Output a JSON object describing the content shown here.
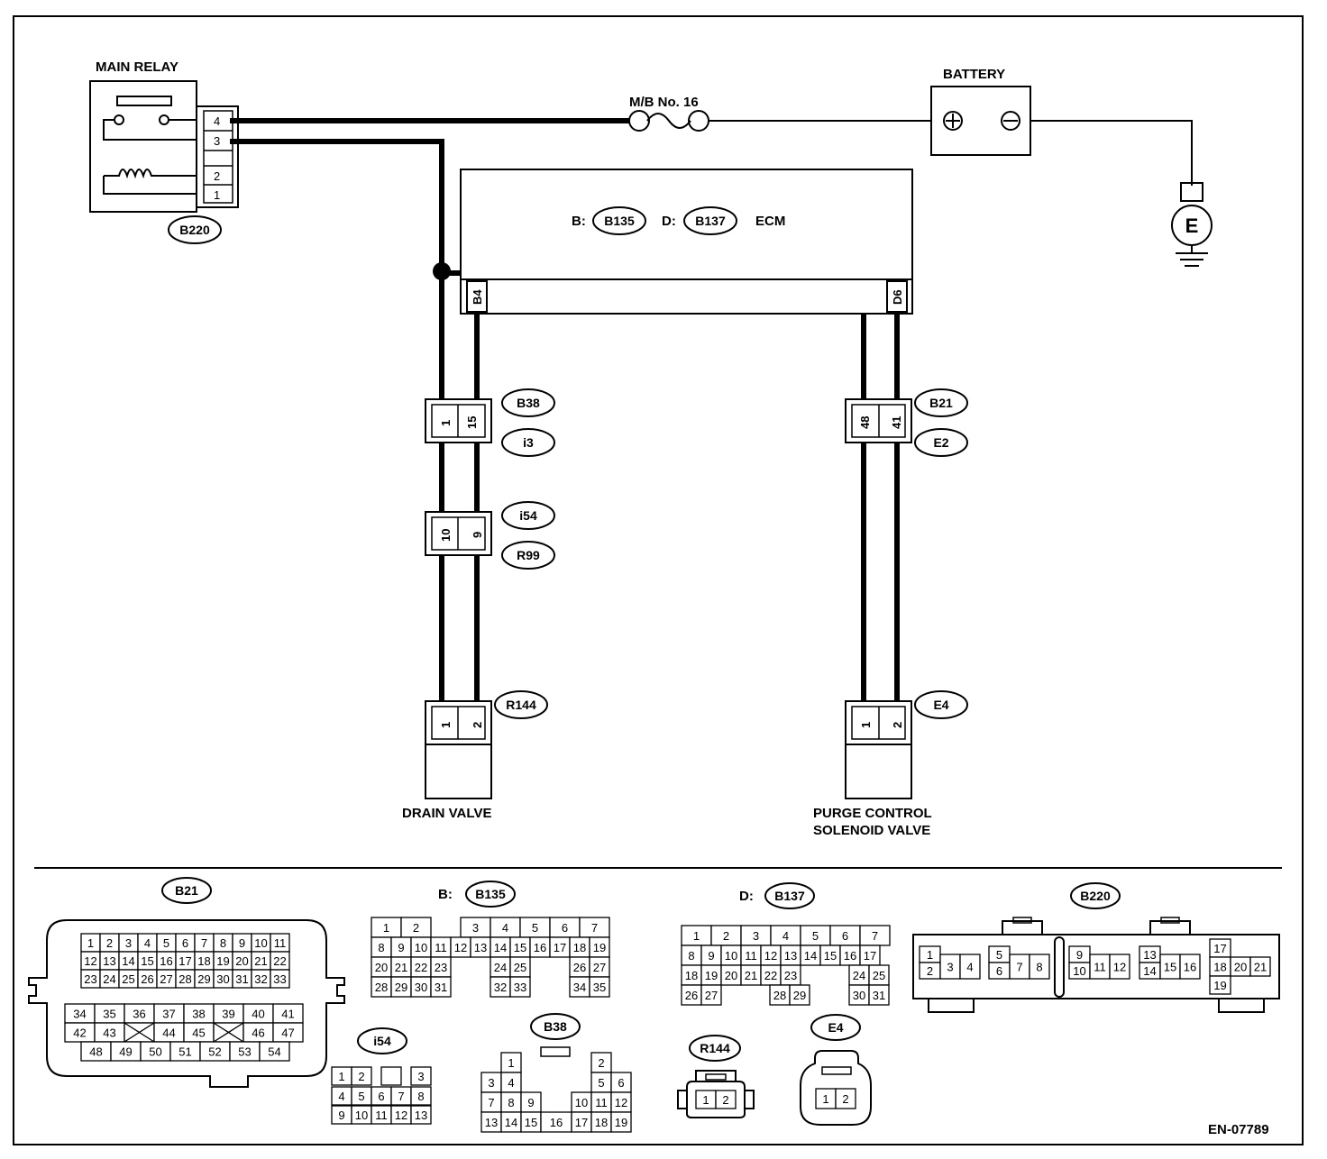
{
  "components": {
    "main_relay": "MAIN RELAY",
    "battery": "BATTERY",
    "fuse": "M/B No. 16",
    "ecm": "ECM",
    "ecm_b_prefix": "B:",
    "ecm_d_prefix": "D:",
    "drain_valve": "DRAIN VALVE",
    "purge_valve_line1": "PURGE CONTROL",
    "purge_valve_line2": "SOLENOID VALVE",
    "ground": "E"
  },
  "connectors": {
    "b220": "B220",
    "b135": "B135",
    "b137": "B137",
    "b38": "B38",
    "i3": "i3",
    "i54": "i54",
    "r99": "R99",
    "b21": "B21",
    "e2": "E2",
    "r144": "R144",
    "e4": "E4"
  },
  "pins": {
    "relay": [
      "4",
      "3",
      "2",
      "1"
    ],
    "ecm_b4": "B4",
    "ecm_d6": "D6",
    "b38_left": "1",
    "b38_right": "15",
    "i54_left": "10",
    "i54_right": "9",
    "b21_left": "48",
    "b21_right": "41",
    "r144_left": "1",
    "r144_right": "2",
    "e4_left": "1",
    "e4_right": "2"
  },
  "views": {
    "b21_title": "B21",
    "b135_prefix": "B:",
    "b135_title": "B135",
    "b137_prefix": "D:",
    "b137_title": "B137",
    "b220_title": "B220",
    "i54_title": "i54",
    "b38_title": "B38",
    "r144_title": "R144",
    "e4_title": "E4"
  },
  "b21_view": {
    "row1": [
      "1",
      "2",
      "3",
      "4",
      "5",
      "6",
      "7",
      "8",
      "9",
      "10",
      "11"
    ],
    "row2": [
      "12",
      "13",
      "14",
      "15",
      "16",
      "17",
      "18",
      "19",
      "20",
      "21",
      "22"
    ],
    "row3": [
      "23",
      "24",
      "25",
      "26",
      "27",
      "28",
      "29",
      "30",
      "31",
      "32",
      "33"
    ],
    "row4": [
      "34",
      "35",
      "36",
      "37",
      "38",
      "39",
      "40",
      "41"
    ],
    "row5": [
      "42",
      "43",
      "",
      "44",
      "45",
      "",
      "46",
      "47"
    ],
    "row6": [
      "48",
      "49",
      "50",
      "51",
      "52",
      "53",
      "54"
    ]
  },
  "b135_view": {
    "row1": [
      "1",
      "2",
      "",
      "3",
      "4",
      "5",
      "6",
      "7"
    ],
    "row2": [
      "8",
      "9",
      "10",
      "11",
      "12",
      "13",
      "14",
      "15",
      "16",
      "17",
      "18",
      "19"
    ],
    "row3": [
      "20",
      "21",
      "22",
      "23",
      "24",
      "25",
      "26",
      "27"
    ],
    "row4": [
      "28",
      "29",
      "30",
      "31",
      "32",
      "33",
      "34",
      "35"
    ]
  },
  "b137_view": {
    "row1": [
      "1",
      "2",
      "3",
      "4",
      "5",
      "6",
      "7"
    ],
    "row2": [
      "8",
      "9",
      "10",
      "11",
      "12",
      "13",
      "14",
      "15",
      "16",
      "17"
    ],
    "row3": [
      "18",
      "19",
      "20",
      "21",
      "22",
      "23",
      "24",
      "25"
    ],
    "row4": [
      "26",
      "27",
      "28",
      "29",
      "30",
      "31"
    ]
  },
  "b220_view": [
    "1",
    "2",
    "3",
    "4",
    "5",
    "6",
    "7",
    "8",
    "9",
    "10",
    "11",
    "12",
    "13",
    "14",
    "15",
    "16",
    "17",
    "18",
    "19",
    "20",
    "21"
  ],
  "i54_view": {
    "row1": [
      "1",
      "2",
      "",
      "3"
    ],
    "row2": [
      "4",
      "5",
      "6",
      "7",
      "8"
    ],
    "row3": [
      "9",
      "10",
      "11",
      "12",
      "13"
    ]
  },
  "b38_view": {
    "row1": [
      "1",
      "2"
    ],
    "row2": [
      "3",
      "4",
      "5",
      "6"
    ],
    "row3": [
      "7",
      "8",
      "9",
      "10",
      "11",
      "12"
    ],
    "row4": [
      "13",
      "14",
      "15",
      "16",
      "17",
      "18",
      "19"
    ]
  },
  "r144_view": [
    "1",
    "2"
  ],
  "e4_view": [
    "1",
    "2"
  ],
  "figure_code": "EN-07789"
}
